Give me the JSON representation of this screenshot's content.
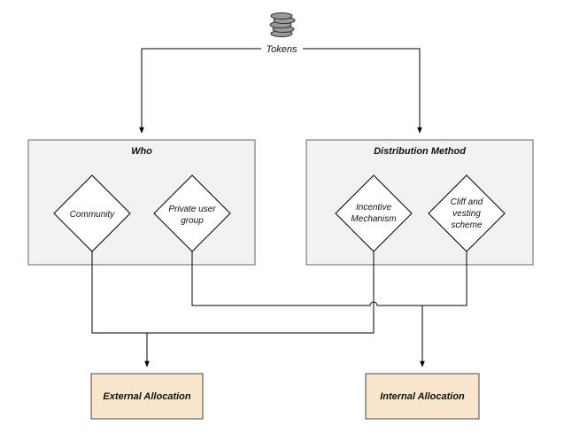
{
  "source": {
    "label": "Tokens",
    "icon": "coin-stack-icon"
  },
  "groups": {
    "who": {
      "title": "Who"
    },
    "distribution": {
      "title": "Distribution Method"
    }
  },
  "decisions": {
    "community": {
      "lines": [
        "Community"
      ]
    },
    "private_user_group": {
      "lines": [
        "Private user",
        "group"
      ]
    },
    "incentive_mechanism": {
      "lines": [
        "Incentive",
        "Mechanism"
      ]
    },
    "cliff_vesting": {
      "lines": [
        "Cliff and",
        "vesting",
        "scheme"
      ]
    }
  },
  "outcomes": {
    "external": {
      "label": "External Allocation"
    },
    "internal": {
      "label": "Internal Allocation"
    }
  },
  "colors": {
    "group_fill": "#f2f2f2",
    "group_stroke": "#666666",
    "outcome_fill": "#fae6cc",
    "outcome_stroke": "#444444",
    "line": "#000000"
  }
}
